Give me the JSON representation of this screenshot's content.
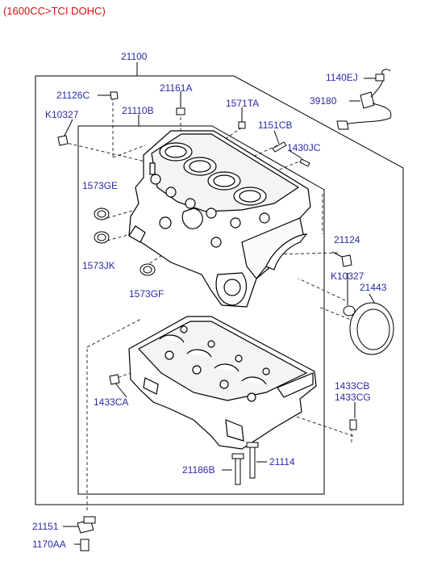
{
  "header": {
    "engine_spec": "(1600CC>TCI DOHC)"
  },
  "labels": {
    "p21100": "21100",
    "p1140EJ": "1140EJ",
    "p39180": "39180",
    "p21126C": "21126C",
    "p21161A": "21161A",
    "pK10327_top": "K10327",
    "p21110B": "21110B",
    "p1571TA": "1571TA",
    "p1151CB": "1151CB",
    "p1430JC": "1430JC",
    "p1573GE": "1573GE",
    "p1573JK": "1573JK",
    "p1573GF": "1573GF",
    "p21124": "21124",
    "pK10327_right": "K10327",
    "p21443": "21443",
    "p1433CA": "1433CA",
    "p1433CB": "1433CB",
    "p1433CG": "1433CG",
    "p21186B": "21186B",
    "p21114": "21114",
    "p21151": "21151",
    "p1170AA": "1170AA"
  },
  "colors": {
    "label": "#2a2aa8",
    "header": "#d01010",
    "line": "#000000"
  }
}
